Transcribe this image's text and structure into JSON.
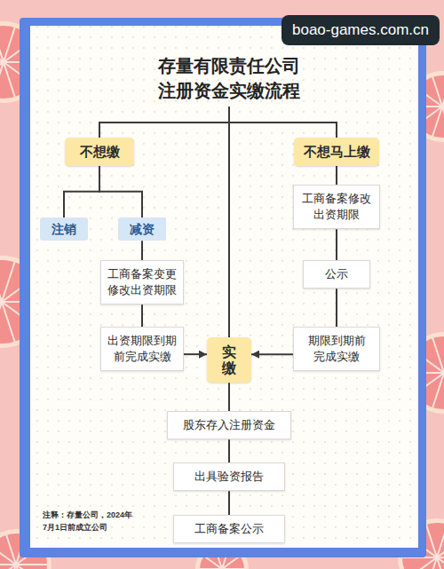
{
  "diagram": {
    "title": "存量有限责任公司 注册资金实缴流程",
    "nodes": [
      {
        "text": [
          "不想缴"
        ]
      },
      {
        "text": [
          "不想马上缴"
        ]
      },
      {
        "text": [
          "注销"
        ]
      },
      {
        "text": [
          "减资"
        ]
      },
      {
        "text": [
          "工商备案变更 修改出资期限"
        ]
      },
      {
        "text": [
          "出资期限到期 前完成实缴"
        ]
      },
      {
        "text": [
          "实缴"
        ]
      },
      {
        "text": [
          "工商备案修改 出资期限"
        ]
      },
      {
        "text": [
          "公示"
        ]
      },
      {
        "text": [
          "期限到期前 完成实缴"
        ]
      },
      {
        "text": [
          "股东存入注册资金"
        ]
      },
      {
        "text": [
          "出具验资报告"
        ]
      },
      {
        "text": [
          "工商备案公示"
        ]
      }
    ],
    "edges": [
      {
        "from": 0,
        "to": 2,
        "arrow": "none"
      },
      {
        "from": 0,
        "to": 3,
        "arrow": "none"
      },
      {
        "from": 3,
        "to": 4,
        "arrow": "none"
      },
      {
        "from": 4,
        "to": 5,
        "arrow": "none"
      },
      {
        "from": 5,
        "to": 6,
        "arrow": "to"
      },
      {
        "from": 1,
        "to": 7,
        "arrow": "none"
      },
      {
        "from": 7,
        "to": 8,
        "arrow": "none"
      },
      {
        "from": 8,
        "to": 9,
        "arrow": "none"
      },
      {
        "from": 9,
        "to": 6,
        "arrow": "to"
      },
      {
        "from": 6,
        "to": 10,
        "arrow": "none"
      },
      {
        "from": 10,
        "to": 11,
        "arrow": "none"
      },
      {
        "from": 11,
        "to": 12,
        "arrow": "none"
      }
    ],
    "labels": [
      "boao-games.com.cn",
      "注释：存量公司，2024年 7月1日前成立公司"
    ]
  }
}
